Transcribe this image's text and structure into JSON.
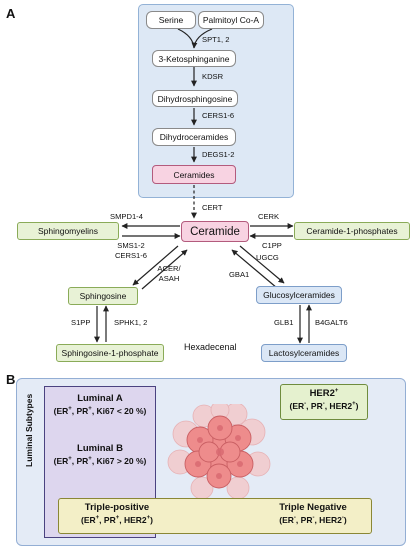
{
  "panel_a": {
    "label": "A",
    "nodes": {
      "serine": "Serine",
      "palmitoyl_coa": "Palmitoyl Co-A",
      "ketosphinganine": "3-Ketosphinganine",
      "dihydrosphingosine": "Dihydrosphingosine",
      "dihydroceramides": "Dihydroceramides",
      "ceramides": "Ceramides",
      "ceramide": "Ceramide",
      "sphingomyelins": "Sphingomyelins",
      "ceramide_1_phosphates": "Ceramide-1-phosphates",
      "sphingosine": "Sphingosine",
      "glucosylceramides": "Glucosylceramides",
      "sphingosine_1_phosphate": "Sphingosine-1-phosphate",
      "lactosylceramides": "Lactosylceramides",
      "hexadecenal": "Hexadecenal"
    },
    "enzymes": {
      "spt": "SPT1, 2",
      "kdsr": "KDSR",
      "cers16_top": "CERS1-6",
      "degs": "DEGS1-2",
      "cert": "CERT",
      "smpd": "SMPD1-4",
      "sms_cers_line1": "SMS1-2",
      "sms_cers_line2": "CERS1-6",
      "cerk": "CERK",
      "c1pp": "C1PP",
      "ugcg": "UGCG",
      "gba1": "GBA1",
      "acer_line1": "ACER/",
      "acer_line2": "ASAH",
      "s1pp": "S1PP",
      "sphk": "SPHK1, 2",
      "glb1": "GLB1",
      "b4galt6": "B4GALT6"
    }
  },
  "panel_b": {
    "label": "B",
    "vertical_label": "Luminal Subtypes",
    "luminal_a": {
      "title": "Luminal A",
      "sub_pre": "(ER",
      "sub_mid1": ", PR",
      "sub_post": ", Ki67 < 20 %)",
      "sup": "+"
    },
    "luminal_b": {
      "title": "Luminal B",
      "sub_pre": "(ER",
      "sub_mid1": ", PR",
      "sub_post": ", Ki67 > 20 %)",
      "sup": "+"
    },
    "her2": {
      "title": "HER2",
      "title_sup": "+",
      "sub_1": "(ER",
      "sup_1": "-",
      "sub_2": ", PR",
      "sup_2": "-",
      "sub_3": ", HER2",
      "sup_3": "+",
      "sub_4": ")"
    },
    "triple_positive": {
      "title": "Triple-positive",
      "sub_1": "(ER",
      "sup_1": "+",
      "sub_2": ", PR",
      "sup_2": "+",
      "sub_3": ", HER2",
      "sup_3": "+",
      "sub_4": ")"
    },
    "triple_negative": {
      "title": "Triple Negative",
      "sub_1": "(ER",
      "sup_1": "-",
      "sub_2": ", PR",
      "sup_2": "-",
      "sub_3": ", HER2",
      "sup_3": "-",
      "sub_4": ")"
    },
    "tumor_icon": "tumor-cell-cluster-icon"
  },
  "colors": {
    "blue_box": "#dde8f5",
    "pink_node": "#f8d3e2",
    "green_node": "#e8f2d6",
    "blue_node": "#dbe7f6",
    "luminal_box": "#ddd6ee",
    "yellow_bar": "#f3efc7",
    "tumor": "#ee8c8c"
  }
}
